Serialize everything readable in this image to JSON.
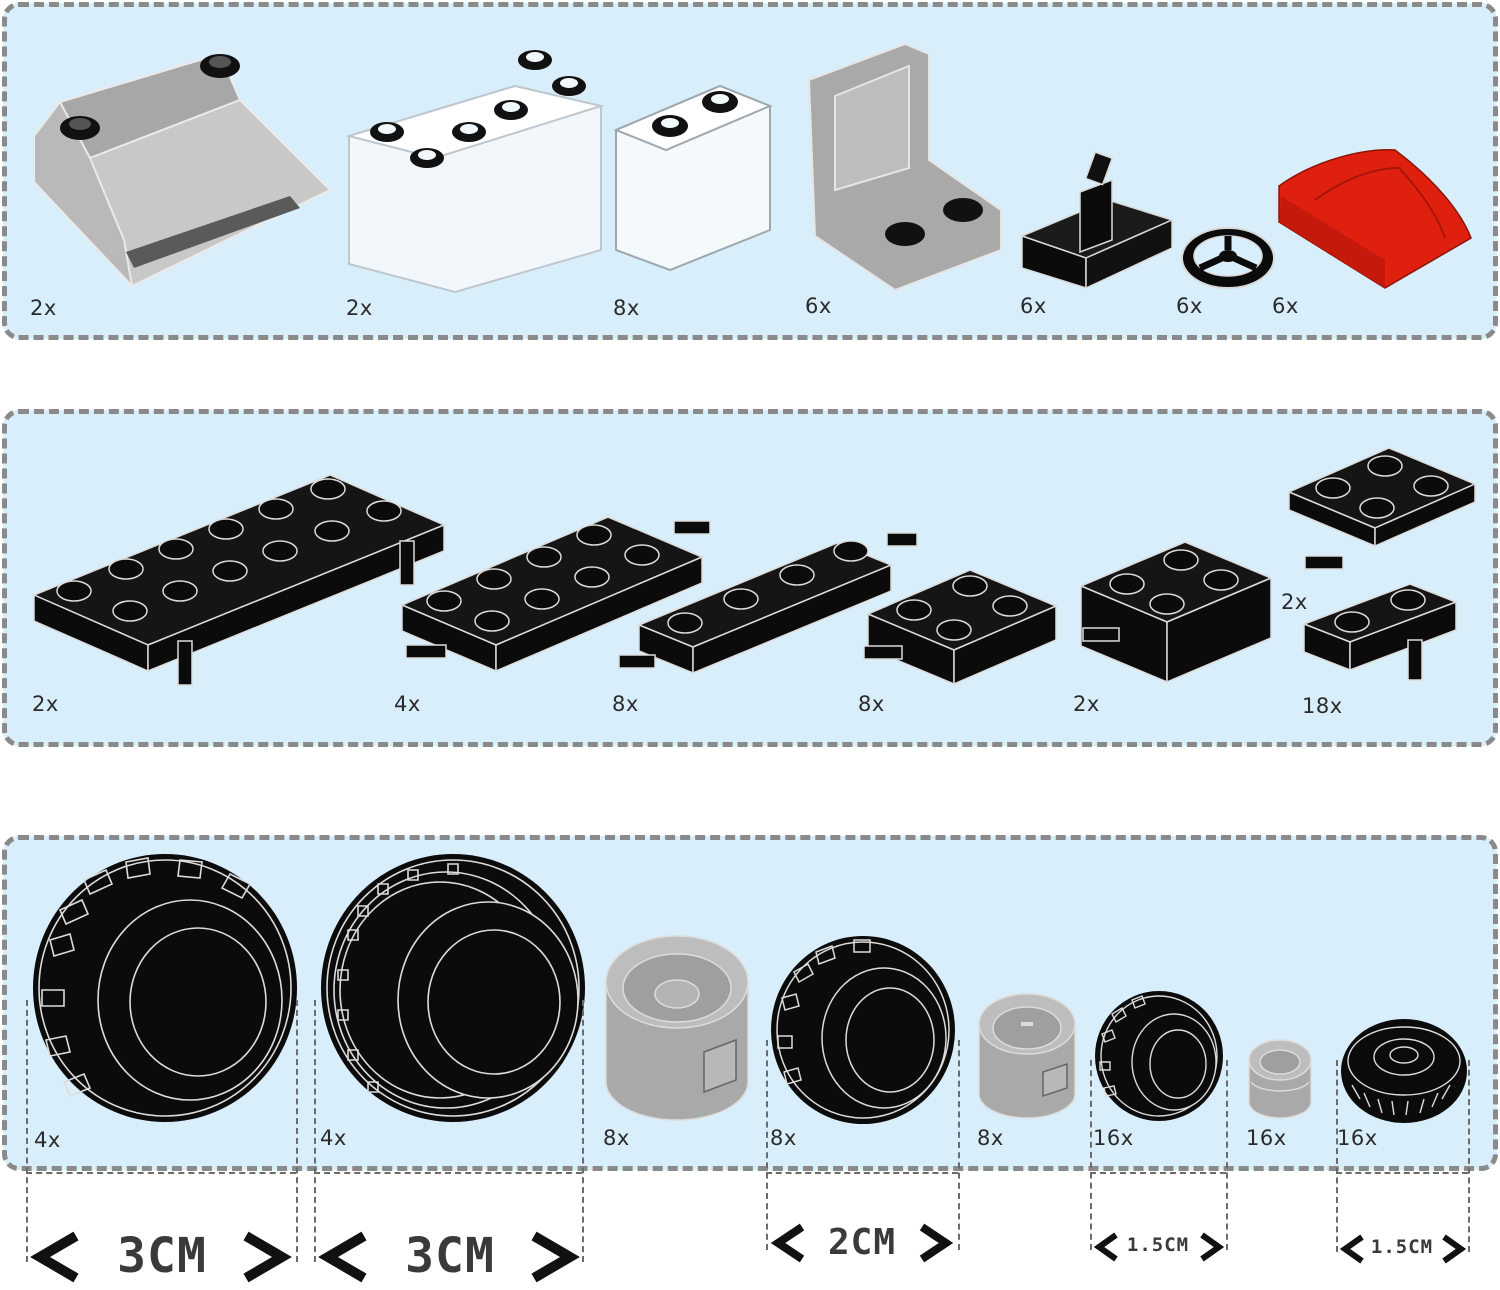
{
  "panels": {
    "top": {
      "quantities": [
        "2x",
        "2x",
        "8x",
        "6x",
        "6x",
        "6x",
        "6x"
      ],
      "colors": {
        "smoke": "#b9b9b9",
        "clear": "#f2f7fb",
        "gray": "#a9a9a9",
        "black": "#0b0b0b",
        "red": "#e0200e"
      }
    },
    "middle": {
      "quantities": [
        "2x",
        "4x",
        "8x",
        "8x",
        "2x",
        "2x",
        "18x"
      ]
    },
    "bottom": {
      "quantities": [
        "4x",
        "4x",
        "8x",
        "8x",
        "8x",
        "16x",
        "16x",
        "16x"
      ]
    }
  },
  "dimensions": [
    "3CM",
    "3CM",
    "2CM",
    "1.5CM",
    "1.5CM"
  ],
  "colors": {
    "panel_bg": "#d8eefb",
    "dash": "#8a8a8a",
    "part_black": "#0b0b0b",
    "part_gray": "#a9a9a9"
  }
}
